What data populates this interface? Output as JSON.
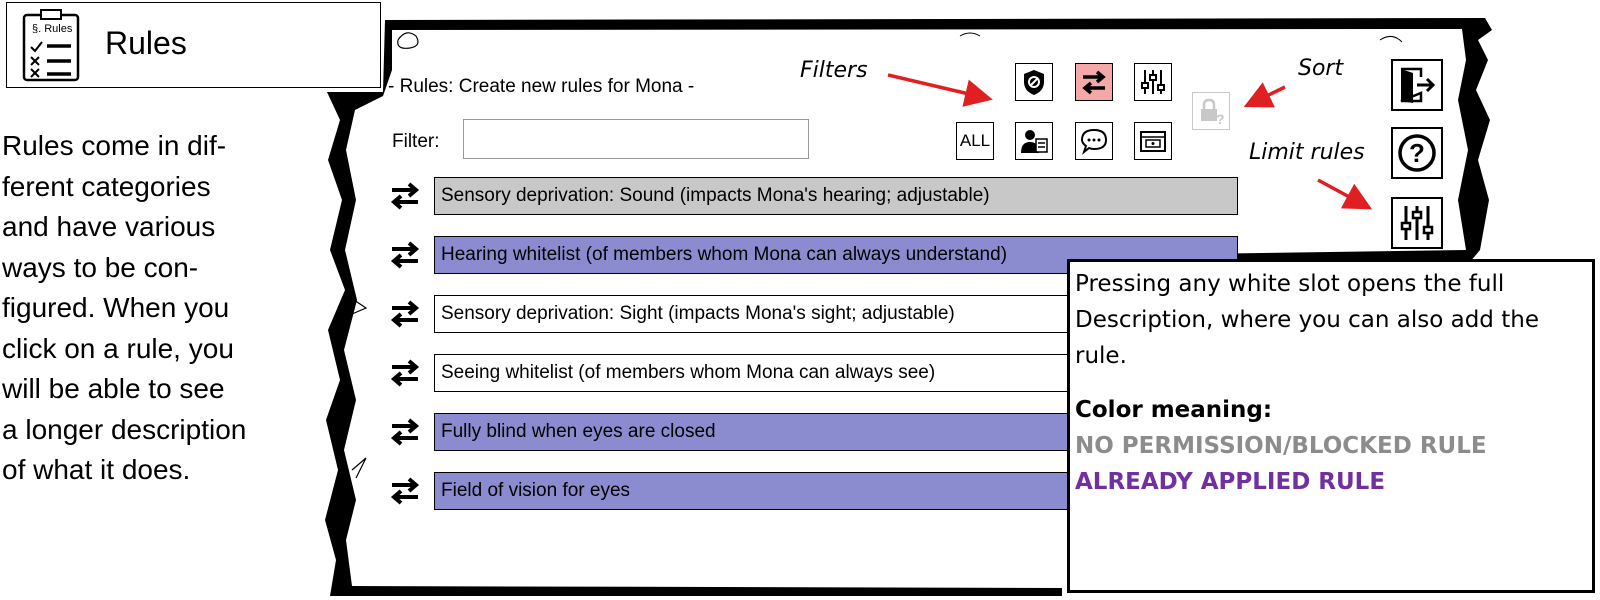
{
  "header": {
    "icon_label": "§. Rules",
    "title": "Rules"
  },
  "intro": {
    "lines": [
      "Rules come in dif-",
      "ferent categories",
      "and have various",
      "ways to be con-",
      "figured. When you",
      "click on a rule, you",
      "will be able to see",
      "a longer description",
      "of what it does."
    ]
  },
  "panel": {
    "title": "- Rules: Create new rules for Mona -",
    "filter_label": "Filter:",
    "filter_value": "",
    "all_button_label": "ALL"
  },
  "annotations": {
    "filters": "Filters",
    "sort": "Sort",
    "limit_rules": "Limit rules"
  },
  "rules": [
    {
      "label": "Sensory deprivation: Sound (impacts Mona's hearing; adjustable)",
      "status": "blocked"
    },
    {
      "label": "Hearing whitelist (of members whom Mona can always understand)",
      "status": "applied"
    },
    {
      "label": "Sensory deprivation: Sight (impacts Mona's sight; adjustable)",
      "status": "available"
    },
    {
      "label": "Seeing whitelist (of members whom Mona can always see)",
      "status": "available"
    },
    {
      "label": "Fully blind when eyes are closed",
      "status": "applied"
    },
    {
      "label": "Field of vision for eyes",
      "status": "applied"
    }
  ],
  "popup": {
    "description": "Pressing any white slot opens the full Description, where you can also add the rule.",
    "legend_title": "Color meaning:",
    "legend_items": [
      {
        "label": "NO PERMISSION/BLOCKED RULE",
        "color": "#8c8c8c"
      },
      {
        "label": "ALREADY APPLIED RULE",
        "color": "#7030a0"
      }
    ]
  },
  "colors": {
    "blocked_row": "#c8c8c8",
    "applied_row": "#8b8bd0",
    "available_row": "#ffffff",
    "active_filter": "#f4a8a8",
    "arrow": "#e02020"
  }
}
